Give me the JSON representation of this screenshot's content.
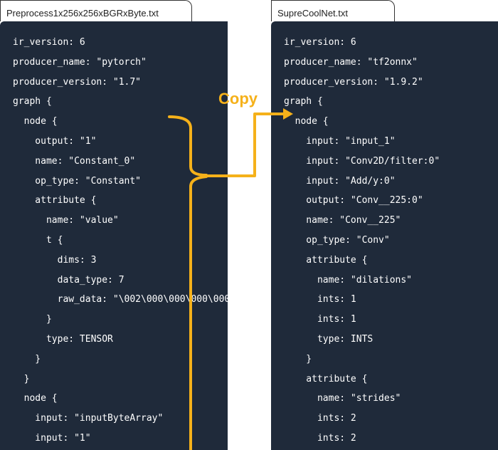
{
  "left_file": {
    "title": "Preprocess1x256x256xBGRxByte.txt",
    "lines": [
      "ir_version: 6",
      "producer_name: \"pytorch\"",
      "producer_version: \"1.7\"",
      "graph {",
      "  node {",
      "    output: \"1\"",
      "    name: \"Constant_0\"",
      "    op_type: \"Constant\"",
      "    attribute {",
      "      name: \"value\"",
      "      t {",
      "        dims: 3",
      "        data_type: 7",
      "        raw_data: \"\\002\\000\\000\\000\\000",
      "      }",
      "      type: TENSOR",
      "    }",
      "  }",
      "  node {",
      "    input: \"inputByteArray\"",
      "    input: \"1\""
    ]
  },
  "right_file": {
    "title": "SupreCoolNet.txt",
    "lines": [
      "ir_version: 6",
      "producer_name: \"tf2onnx\"",
      "producer_version: \"1.9.2\"",
      "graph {",
      "  node {",
      "    input: \"input_1\"",
      "    input: \"Conv2D/filter:0\"",
      "    input: \"Add/y:0\"",
      "    output: \"Conv__225:0\"",
      "    name: \"Conv__225\"",
      "    op_type: \"Conv\"",
      "    attribute {",
      "      name: \"dilations\"",
      "      ints: 1",
      "      ints: 1",
      "      type: INTS",
      "    }",
      "    attribute {",
      "      name: \"strides\"",
      "      ints: 2",
      "      ints: 2"
    ]
  },
  "annotation": {
    "label": "Copy",
    "color": "#f5b11a"
  },
  "colors": {
    "editor_bg": "#1f2a3a",
    "text": "#ffffff"
  }
}
